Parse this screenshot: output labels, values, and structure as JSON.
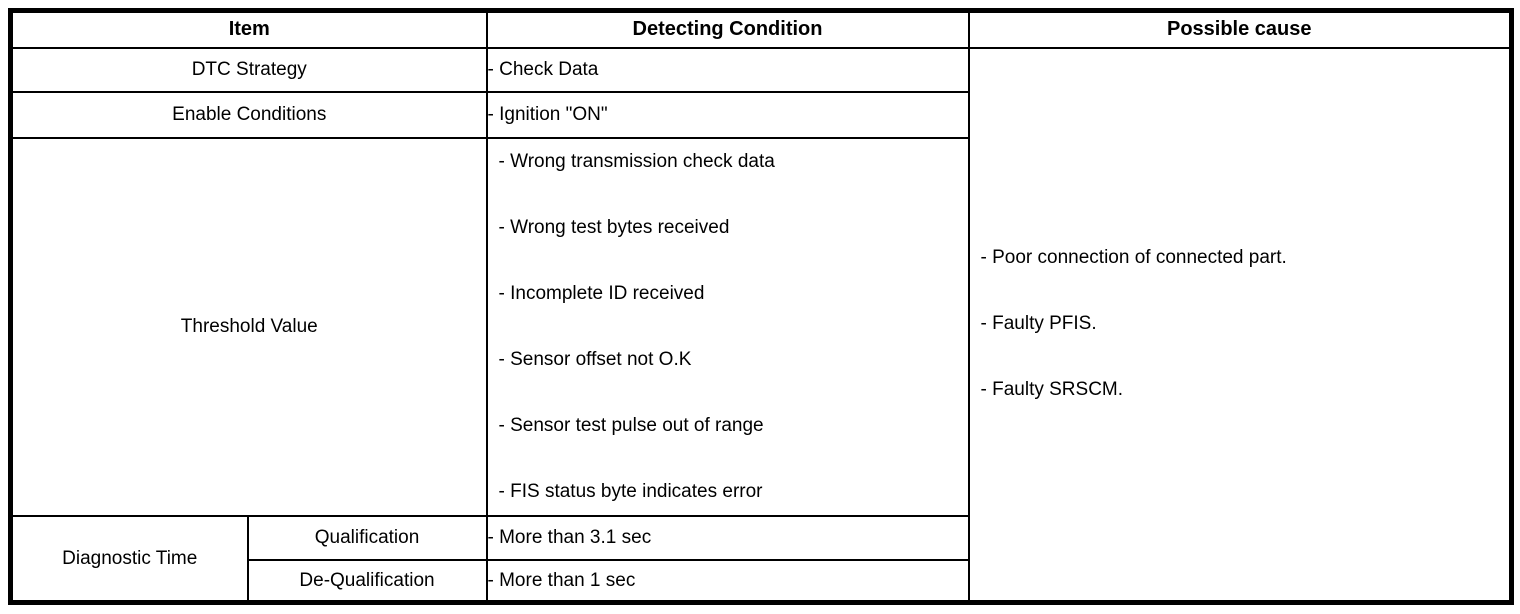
{
  "table": {
    "header": {
      "item": "Item",
      "detecting_condition": "Detecting Condition",
      "possible_cause": "Possible cause"
    },
    "dtc_strategy": {
      "label": "DTC Strategy",
      "condition": "- Check Data"
    },
    "enable_conditions": {
      "label": "Enable Conditions",
      "condition": "- Ignition \"ON\""
    },
    "threshold_value": {
      "label": "Threshold Value",
      "conditions": [
        "- Wrong transmission check data",
        "- Wrong test bytes received",
        "- Incomplete ID received",
        "- Sensor offset not O.K",
        "- Sensor test pulse out of range",
        "- FIS status byte indicates error"
      ]
    },
    "diagnostic_time": {
      "label": "Diagnostic Time",
      "qualification": {
        "label": "Qualification",
        "condition": "- More than 3.1 sec"
      },
      "de_qualification": {
        "label": "De-Qualification",
        "condition": "- More than 1 sec"
      }
    },
    "possible_causes": [
      "- Poor connection of connected part.",
      "- Faulty PFIS.",
      "- Faulty SRSCM."
    ]
  }
}
